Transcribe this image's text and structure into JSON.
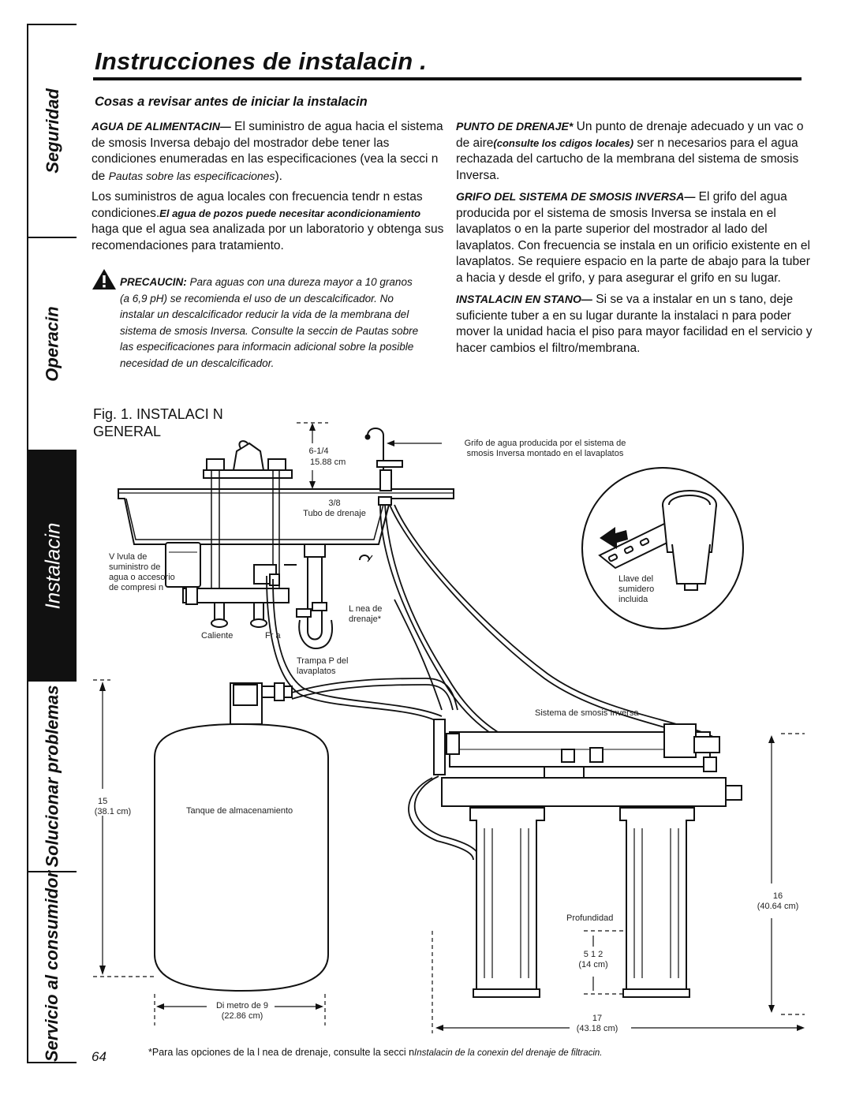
{
  "header": {
    "title": "Instrucciones de instalacin ."
  },
  "sidebar": {
    "tabs": [
      {
        "label": "Seguridad"
      },
      {
        "label": "Operacin"
      },
      {
        "label": "Instalacin"
      },
      {
        "label": "Solucionar problemas"
      },
      {
        "label": "Servicio al consumidor"
      }
    ],
    "active": "Instalacin"
  },
  "section": {
    "heading": "Cosas a revisar antes de iniciar la instalacin"
  },
  "left_column": {
    "p1_lead": "AGUA DE ALIMENTACIN—",
    "p1_text_a": " El suministro de agua hacia el sistema de smosis Inversa debajo del mostrador debe tener las condiciones enumeradas en las especificaciones (vea la secci n de ",
    "p1_text_italic": "Pautas sobre las especificaciones",
    "p1_text_b": ").",
    "p2_text_a": "Los suministros de agua locales con frecuencia tendr n estas condiciones.",
    "p2_bold_italic": "El agua de pozos puede necesitar acondicionamiento",
    "p2_text_b": " haga que el agua sea analizada por un laboratorio y obtenga sus recomendaciones para tratamiento.",
    "caution_lead": "PRECAUCIN:",
    "caution_text": " Para aguas con una dureza mayor a 10 granos (a 6,9 pH) se recomienda el uso de un descalcificador. No instalar un descalcificador reducir la vida de la membrana del sistema de smosis Inversa. Consulte la seccin de Pautas sobre las especificaciones para informacin adicional sobre la posible necesidad de un descalcificador."
  },
  "right_column": {
    "p1_lead": "PUNTO DE DRENAJE*",
    "p1_text_a": " Un punto de drenaje adecuado y un vac o de aire",
    "p1_bold_italic": "(consulte los cdigos locales)",
    "p1_text_b": " ser n necesarios para el agua rechazada del cartucho de la membrana del sistema de smosis Inversa.",
    "p2_lead": "GRIFO DEL SISTEMA DE SMOSIS INVERSA—",
    "p2_text": " El grifo del agua producida por el sistema de smosis Inversa se instala en el lavaplatos o en la parte superior del mostrador al lado del lavaplatos. Con frecuencia se instala en un orificio existente en el lavaplatos. Se requiere espacio en la parte de abajo para la tuber a hacia y desde el grifo, y para asegurar el grifo en su lugar.",
    "p3_lead": "INSTALACIN EN STANO—",
    "p3_text": " Si se va a instalar en un s tano, deje suficiente tuber a en su lugar durante la instalaci n para poder mover la unidad hacia el piso para mayor facilidad en el servicio y hacer cambios el filtro/membrana."
  },
  "figure": {
    "title_line1": "Fig. 1. INSTALACI N",
    "title_line2": "GENERAL",
    "labels": {
      "faucet_dim": "6-1/4",
      "faucet_dim_cm": "15.88 cm",
      "faucet_note_1": "Grifo de agua producida por el sistema de",
      "faucet_note_2": "smosis Inversa montado en el lavaplatos",
      "drain_tube_size": "3/8",
      "drain_tube": "Tubo de drenaje",
      "valve_1": "V lvula de",
      "valve_2": "suministro de",
      "valve_3": "agua o accesorio",
      "valve_4": "de compresi n",
      "drain_line_1": "L nea de",
      "drain_line_2": "drenaje*",
      "hot": "Caliente",
      "cold": "Fr a",
      "ptrap_1": "Trampa P del",
      "ptrap_2": "lavaplatos",
      "wrench_1": "Llave del",
      "wrench_2": "sumidero",
      "wrench_3": "incluida",
      "ro_system": "Sistema de smosis Inversa",
      "tank": "Tanque de almacenamiento",
      "height_in": "15",
      "height_cm": "(38.1 cm)",
      "system_height_in": "16",
      "system_height_cm": "(40.64 cm)",
      "depth": "Profundidad",
      "depth_in": "5 1 2",
      "depth_cm": "(14 cm)",
      "diameter": "Di metro de 9",
      "diameter_cm": "(22.86 cm)",
      "width_in": "17",
      "width_cm": "(43.18 cm)"
    }
  },
  "footer": {
    "page_number": "64",
    "note_text": "*Para las opciones de la l nea de drenaje, consulte la secci n",
    "note_italic": "Instalacin de la conexin del drenaje de filtracin."
  }
}
